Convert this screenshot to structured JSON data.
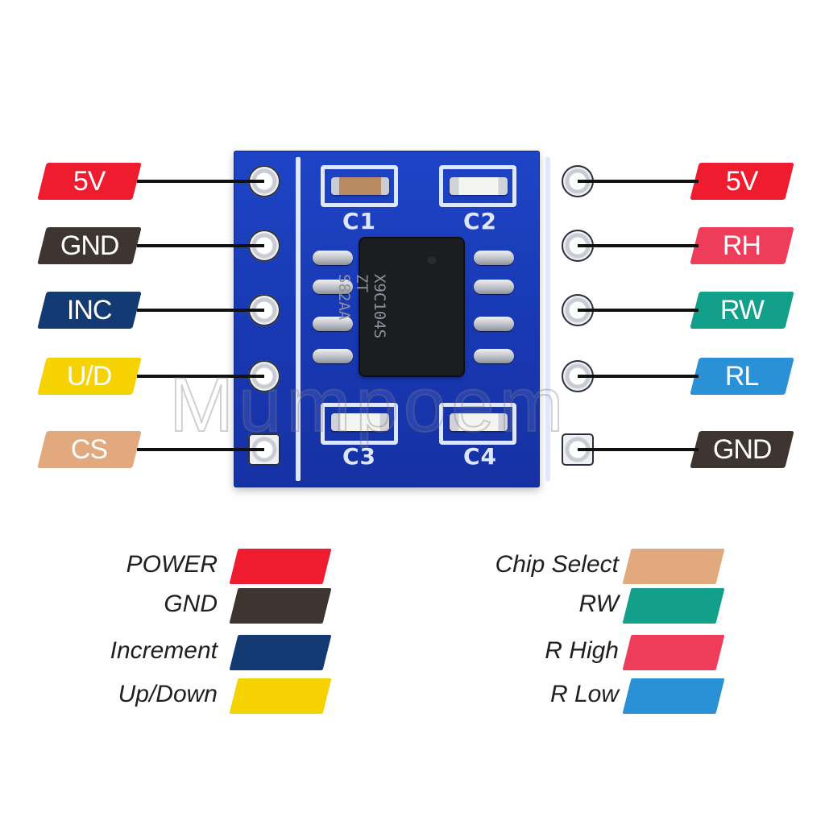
{
  "chip": {
    "marking_line1": "X9C104S",
    "marking_line2": "ZT",
    "marking_line3": "S82AA"
  },
  "capacitors": [
    "C1",
    "C2",
    "C3",
    "C4"
  ],
  "left_pins": [
    {
      "label": "5V",
      "color": "#ee1c2e"
    },
    {
      "label": "GND",
      "color": "#3e3531"
    },
    {
      "label": "INC",
      "color": "#143a73"
    },
    {
      "label": "U/D",
      "color": "#f6d300"
    },
    {
      "label": "CS",
      "color": "#e2a97f"
    }
  ],
  "right_pins": [
    {
      "label": "5V",
      "color": "#ee1c2e"
    },
    {
      "label": "RH",
      "color": "#ee3d5a"
    },
    {
      "label": "RW",
      "color": "#12a08a"
    },
    {
      "label": "RL",
      "color": "#2a91d6"
    },
    {
      "label": "GND",
      "color": "#3e3531"
    }
  ],
  "legend_left": [
    {
      "label": "POWER",
      "color": "#ee1c2e"
    },
    {
      "label": "GND",
      "color": "#3e3531"
    },
    {
      "label": "Increment",
      "color": "#143a73"
    },
    {
      "label": "Up/Down",
      "color": "#f6d300"
    }
  ],
  "legend_right": [
    {
      "label": "Chip Select",
      "color": "#e2a97f"
    },
    {
      "label": "RW",
      "color": "#12a08a"
    },
    {
      "label": "R High",
      "color": "#ee3d5a"
    },
    {
      "label": "R Low",
      "color": "#2a91d6"
    }
  ],
  "watermark": "Mumpoem"
}
